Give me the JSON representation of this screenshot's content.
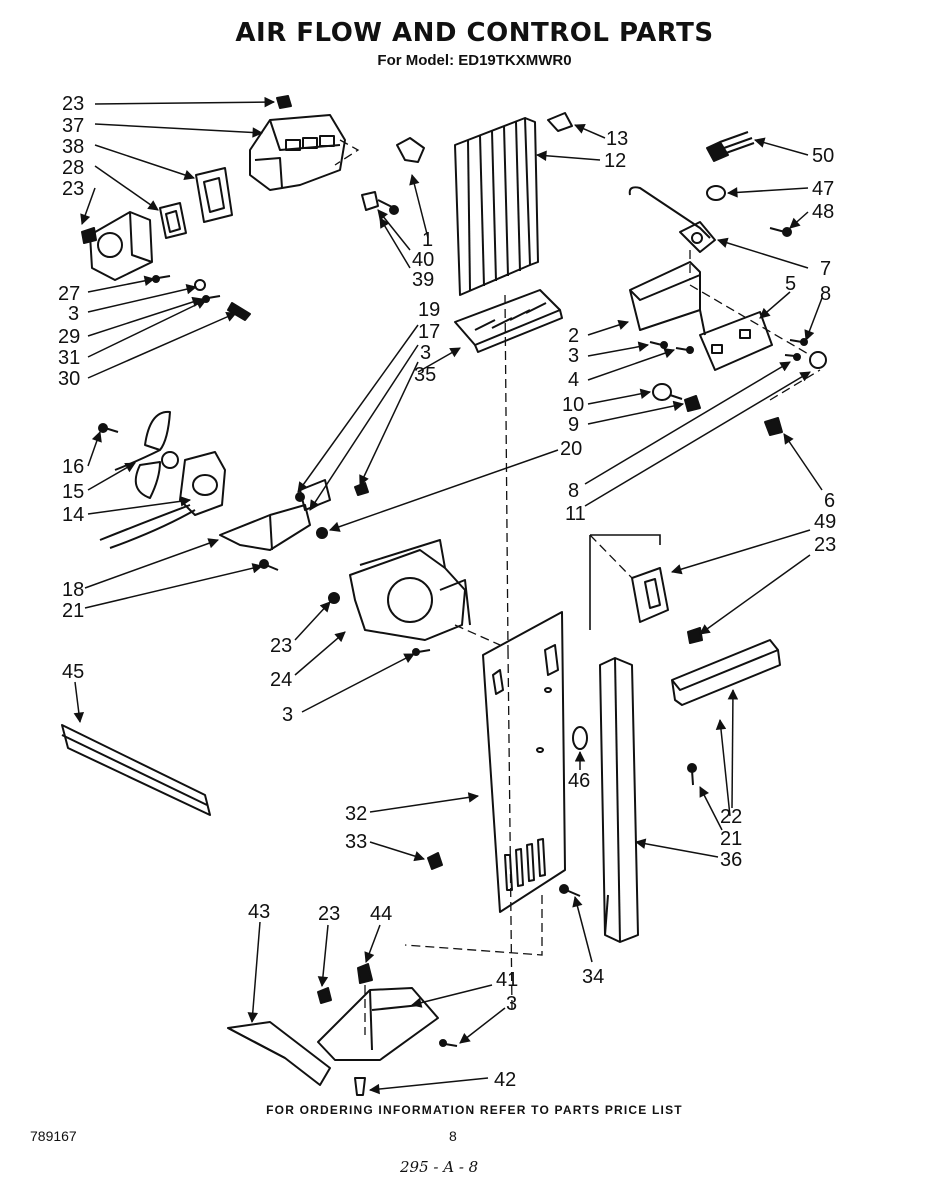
{
  "header": {
    "title": "AIR FLOW AND CONTROL PARTS",
    "model_line": "For Model: ED19TKXMWR0"
  },
  "footer": {
    "ordering_note": "FOR ORDERING INFORMATION REFER TO PARTS PRICE LIST",
    "doc_number": "789167",
    "page_number": "8",
    "handwritten_ref": "295 - A - 8"
  },
  "callouts": {
    "c23a": "23",
    "c37": "37",
    "c38": "38",
    "c28": "28",
    "c23b": "23",
    "c27": "27",
    "c3a": "3",
    "c29": "29",
    "c31": "31",
    "c30": "30",
    "c1": "1",
    "c40": "40",
    "c39": "39",
    "c13": "13",
    "c12": "12",
    "c50": "50",
    "c47": "47",
    "c48": "48",
    "c7": "7",
    "c5": "5",
    "c8a": "8",
    "c2": "2",
    "c3b": "3",
    "c4": "4",
    "c10": "10",
    "c9": "9",
    "c19": "19",
    "c17": "17",
    "c3c": "3",
    "c35": "35",
    "c16": "16",
    "c15": "15",
    "c14": "14",
    "c20": "20",
    "c8b": "8",
    "c11": "11",
    "c6": "6",
    "c49": "49",
    "c23c": "23",
    "c18": "18",
    "c21a": "21",
    "c23d": "23",
    "c24": "24",
    "c3d": "3",
    "c45": "45",
    "c46": "46",
    "c22": "22",
    "c21b": "21",
    "c36": "36",
    "c32": "32",
    "c33": "33",
    "c34": "34",
    "c43": "43",
    "c23e": "23",
    "c44": "44",
    "c41": "41",
    "c3e": "3",
    "c42": "42"
  }
}
